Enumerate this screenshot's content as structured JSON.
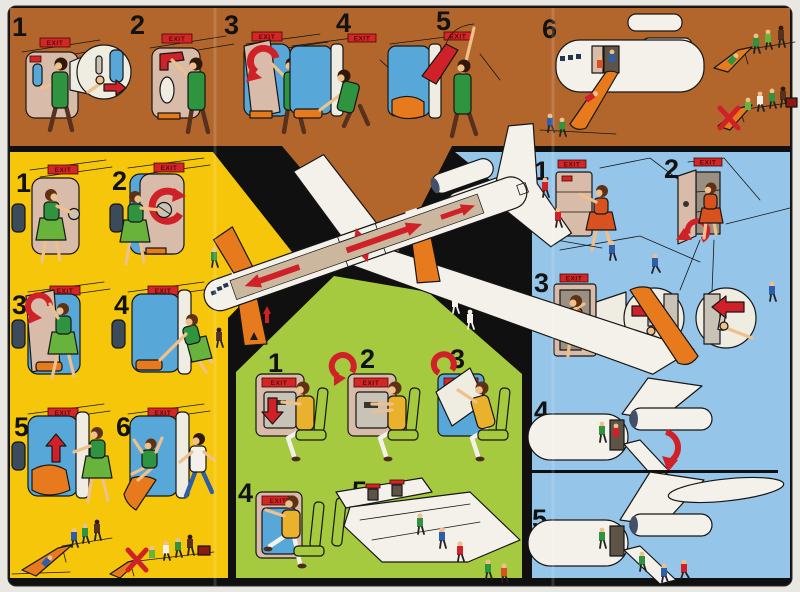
{
  "photo": {
    "background": "#e9e7e1"
  },
  "card": {
    "background": "#101010",
    "colors": {
      "brown": "#b2662b",
      "yellow": "#f6c60a",
      "green": "#a5c93f",
      "blue": "#95c5e8",
      "slide_orange": "#e87a1e",
      "arrow_red": "#cf2127",
      "door_tan": "#d8bba8",
      "window_blue": "#57a8d8",
      "cabin_floor_tan": "#cbb79e",
      "aircraft_white": "#f4f1ea"
    },
    "exit_sign": {
      "text": "EXIT"
    },
    "panels": {
      "brown": {
        "steps": [
          "1",
          "2",
          "3",
          "4",
          "5",
          "6"
        ]
      },
      "yellow": {
        "steps": [
          "1",
          "2",
          "3",
          "4",
          "5",
          "6"
        ]
      },
      "green": {
        "steps": [
          "1",
          "2",
          "3",
          "4",
          "5"
        ]
      },
      "blue": {
        "steps": [
          "1",
          "2",
          "3",
          "4",
          "5"
        ]
      }
    }
  }
}
